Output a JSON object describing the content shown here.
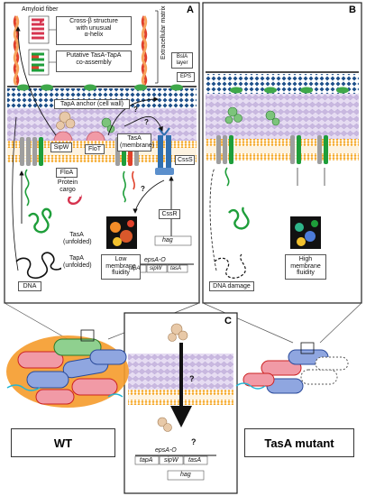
{
  "panels": {
    "a": "A",
    "b": "B",
    "c": "C"
  },
  "panel_a": {
    "amyloid_fiber": "Amyloid fiber",
    "cross_beta": "Cross-β structure\nwith unusual\nα-helix",
    "putative_assembly": "Putative TasA-TapA\nco-assembly",
    "extracellular_matrix": "Extracellular matrix",
    "bsla_layer": "BslA\nlayer",
    "eps": "EPS",
    "tapa_anchor": "TapA anchor (cell wall)",
    "sipw": "SipW",
    "flot": "FloT",
    "tasa_membrane": "TasA\n(membrane)",
    "cssS": "CssS",
    "floa": "FloA",
    "protein_cargo": "Protein\ncargo",
    "cssR": "CssR",
    "tasa_unfolded": "TasA\n(unfolded)",
    "tapa_unfolded": "TapA\n(unfolded)",
    "dna": "DNA",
    "low_fluidity": "Low\nmembrane\nfluidity",
    "hag": "hag",
    "operon_name": "epsA-O",
    "gene_tapa": "tapA",
    "gene_sipw": "sipW",
    "gene_tasa": "tasA",
    "question": "?"
  },
  "panel_b": {
    "dna_damage": "DNA damage",
    "high_fluidity": "High\nmembrane\nfluidity"
  },
  "panel_c": {
    "operon_name": "epsA-O",
    "gene_tapa": "tapA",
    "gene_sipw": "sipW",
    "gene_tasa": "tasA",
    "hag": "hag",
    "question": "?"
  },
  "legend": {
    "wt": "WT",
    "mutant": "TasA mutant"
  },
  "colors": {
    "membrane_orange": "#f5a623",
    "lipid_purple": "#c9b8e0",
    "wall_blue": "#1d4f8a",
    "tasa_green": "#1e9e3a",
    "tapa_black": "#111111",
    "cargo_red": "#d6344f",
    "fiber_red": "#e0412b",
    "cssS_blue": "#2f6fb0",
    "cell_pink": "#f19aa6",
    "cell_blue": "#8fa6e0",
    "matrix_orange": "#f59b2b"
  }
}
